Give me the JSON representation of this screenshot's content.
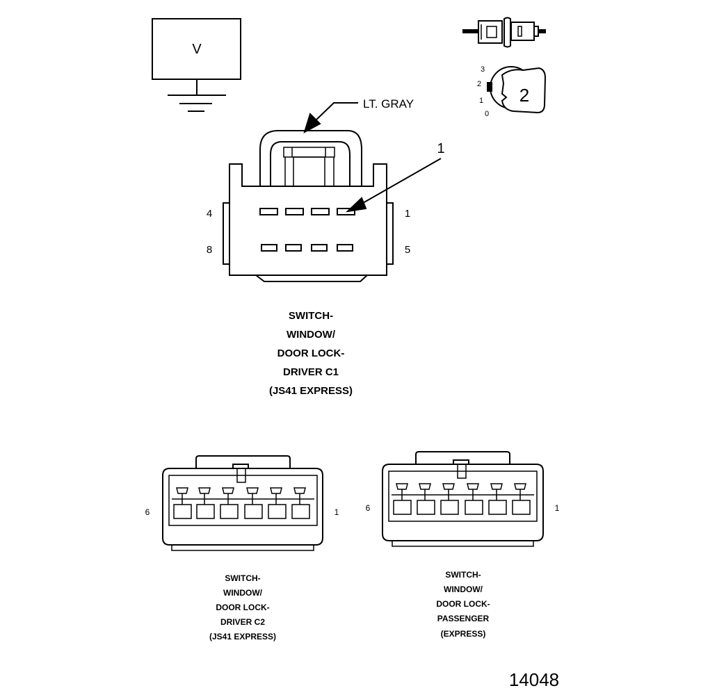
{
  "legend_box": {
    "letter": "V"
  },
  "wire_color": "LT. GRAY",
  "callout": "1",
  "key_positions": [
    "3",
    "2",
    "1",
    "0"
  ],
  "key_number": "2",
  "connector_c1": {
    "pin_top_left": "4",
    "pin_top_right": "1",
    "pin_bottom_left": "8",
    "pin_bottom_right": "5",
    "caption": [
      "SWITCH-",
      "WINDOW/",
      "DOOR LOCK-",
      "DRIVER C1",
      "(JS41 EXPRESS)"
    ]
  },
  "connector_c2": {
    "pin_left": "6",
    "pin_right": "1",
    "caption": [
      "SWITCH-",
      "WINDOW/",
      "DOOR LOCK-",
      "DRIVER C2",
      "(JS41 EXPRESS)"
    ]
  },
  "connector_passenger": {
    "pin_left": "6",
    "pin_right": "1",
    "caption": [
      "SWITCH-",
      "WINDOW/",
      "DOOR LOCK-",
      "PASSENGER",
      "(EXPRESS)"
    ]
  },
  "figure_number": "14048"
}
